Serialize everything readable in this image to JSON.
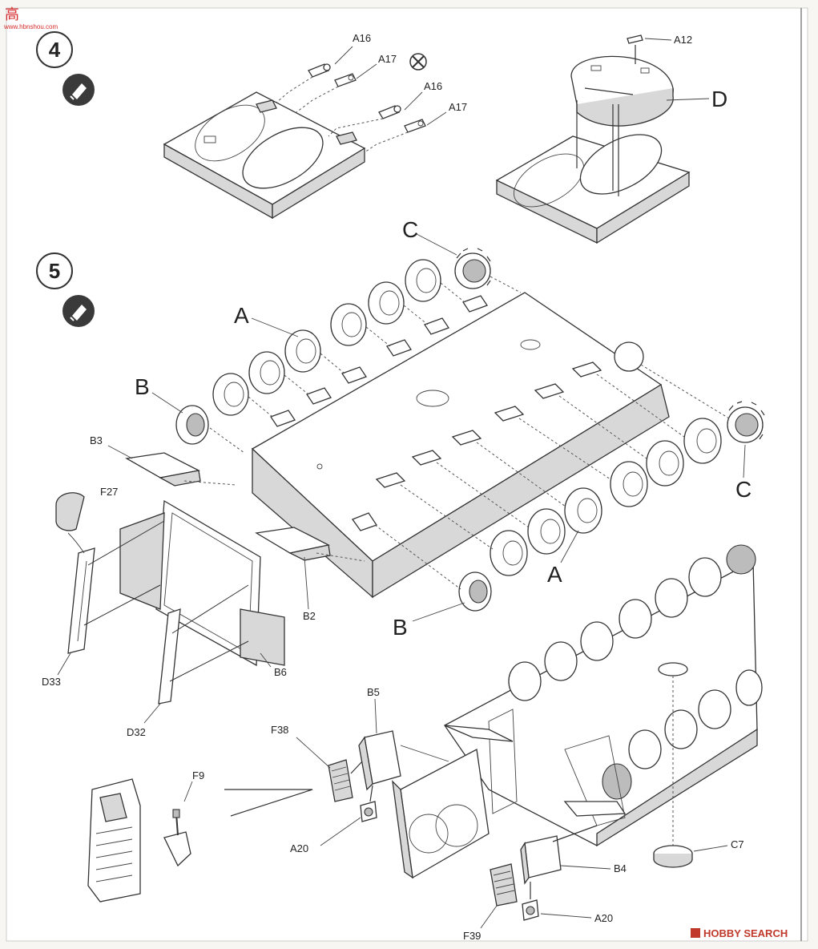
{
  "watermark_top": {
    "han": "高",
    "lat": "www.hbnshou.com"
  },
  "watermark_bottom": {
    "brand": "HOBBY SEARCH",
    "color": "#c0392b"
  },
  "steps": [
    {
      "number": "4",
      "icon": "glue-bottle-icon"
    },
    {
      "number": "5",
      "icon": "glue-bottle-icon"
    }
  ],
  "step4_labels": {
    "a16_1": "A16",
    "a17_1": "A17",
    "a16_2": "A16",
    "a17_2": "A17",
    "a12": "A12",
    "d": "D",
    "no_glue": "no-glue-icon"
  },
  "step5_labels": {
    "c_top": "C",
    "a_top": "A",
    "b_left": "B",
    "b3": "B3",
    "f27": "F27",
    "d33": "D33",
    "d32": "D32",
    "b6": "B6",
    "b2": "B2",
    "b_bottom": "B",
    "a_bottom": "A",
    "c_right": "C",
    "b5": "B5",
    "f38": "F38",
    "f9": "F9",
    "a20_1": "A20",
    "c7": "C7",
    "b4": "B4",
    "a20_2": "A20",
    "f39": "F39"
  }
}
